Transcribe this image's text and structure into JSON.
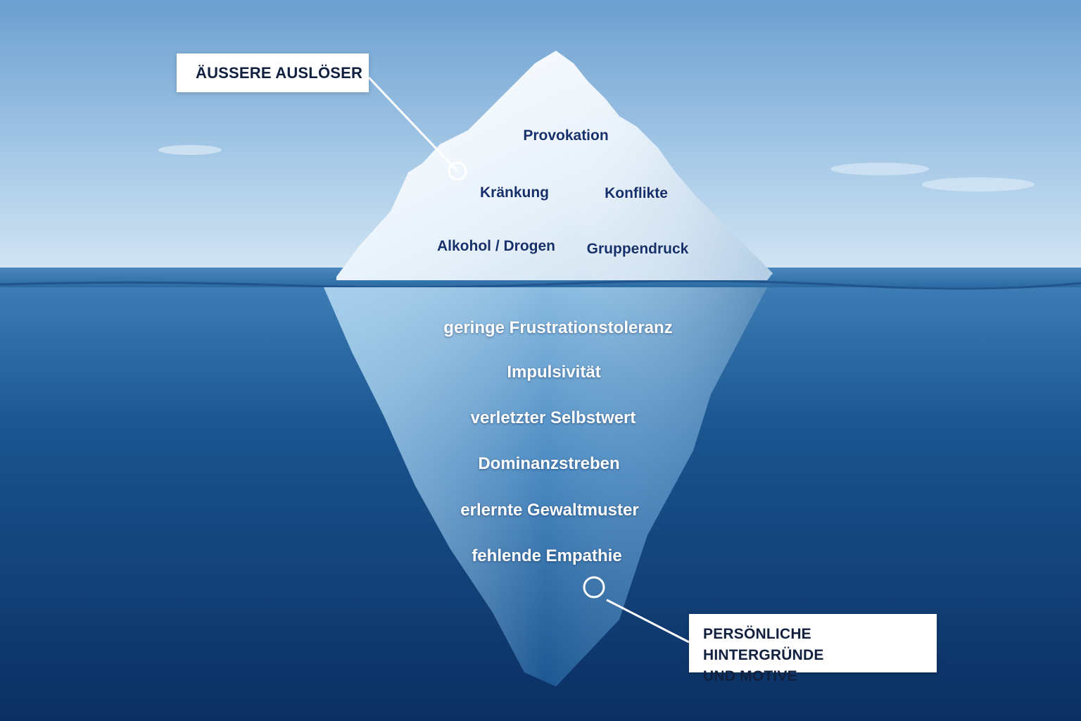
{
  "labels": {
    "external": "ÄUSSERE AUSLÖSER",
    "internal_line1": "PERSÖNLICHE HINTERGRÜNDE",
    "internal_line2": "UND MOTIVE"
  },
  "above_water": [
    "Provokation",
    "Kränkung",
    "Konflikte",
    "Alkohol / Drogen",
    "Gruppendruck"
  ],
  "below_water": [
    "geringe Frustrationstoleranz",
    "Impulsivität",
    "verletzter Selbstwert",
    "Dominanzstreben",
    "erlernte Gewaltmuster",
    "fehlende Empathie"
  ],
  "colors": {
    "sky_top": "#6b9fd0",
    "sky_horizon": "#cfe3f3",
    "sea_top": "#3f7fb8",
    "sea_deep": "#0b2f62",
    "ice": "#eef6fc",
    "label_text": "#10203e",
    "above_text": "#15306a",
    "below_text": "#ffffff"
  }
}
